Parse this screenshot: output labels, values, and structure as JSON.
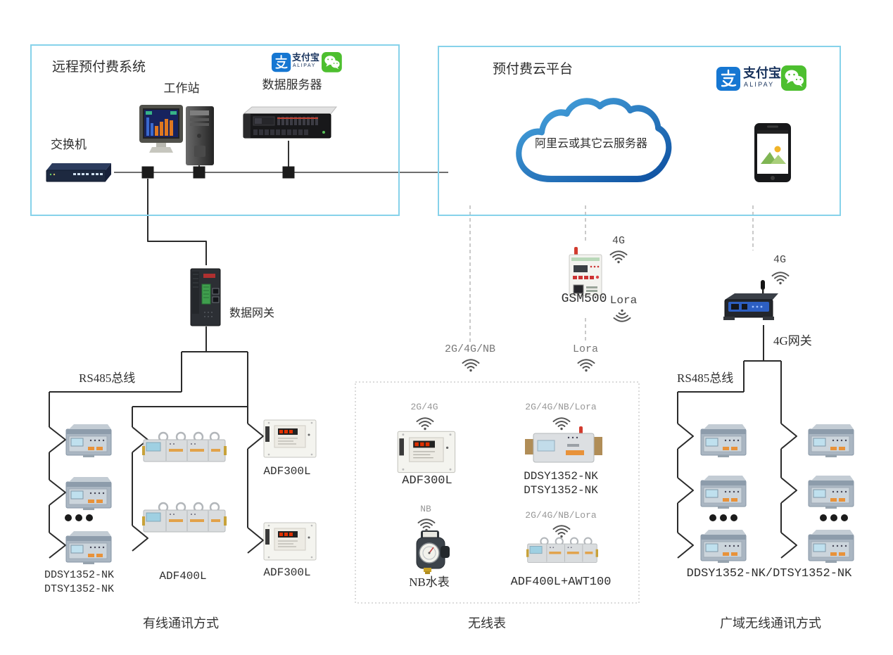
{
  "box_wired": {
    "title": "远程预付费系统",
    "switch": "交换机",
    "workstation": "工作站",
    "server": "数据服务器"
  },
  "box_cloud": {
    "title": "预付费云平台",
    "cloud": "阿里云或其它云服务器"
  },
  "brand": {
    "alipay_char": "支",
    "alipay": "支付宝",
    "alipay_sub": "ALIPAY"
  },
  "mid": {
    "data_gateway": "数据网关",
    "gsm500": "GSM500",
    "gsm500_up": "4G",
    "gsm500_down": "Lora",
    "link_left": "2G/4G/NB",
    "link_right": "Lora",
    "gw4g": "4G网关",
    "gw4g_up": "4G"
  },
  "wired": {
    "bus": "RS485总线",
    "meters1": "DDSY1352-NK",
    "meters2": "DTSY1352-NK",
    "adf400l": "ADF400L",
    "adf300l_a": "ADF300L",
    "adf300l_b": "ADF300L",
    "caption": "有线通讯方式"
  },
  "wireless": {
    "sig_adf300l": "2G/4G",
    "adf300l": "ADF300L",
    "sig_ddsy": "2G/4G/NB/Lora",
    "ddsy1": "DDSY1352-NK",
    "ddsy2": "DTSY1352-NK",
    "sig_nb": "NB",
    "nb_meter": "NB水表",
    "sig_adf400l": "2G/4G/NB/Lora",
    "adf400l": "ADF400L+AWT100",
    "caption": "无线表"
  },
  "wan": {
    "bus": "RS485总线",
    "meters": "DDSY1352-NK/DTSY1352-NK",
    "caption": "广域无线通讯方式"
  }
}
